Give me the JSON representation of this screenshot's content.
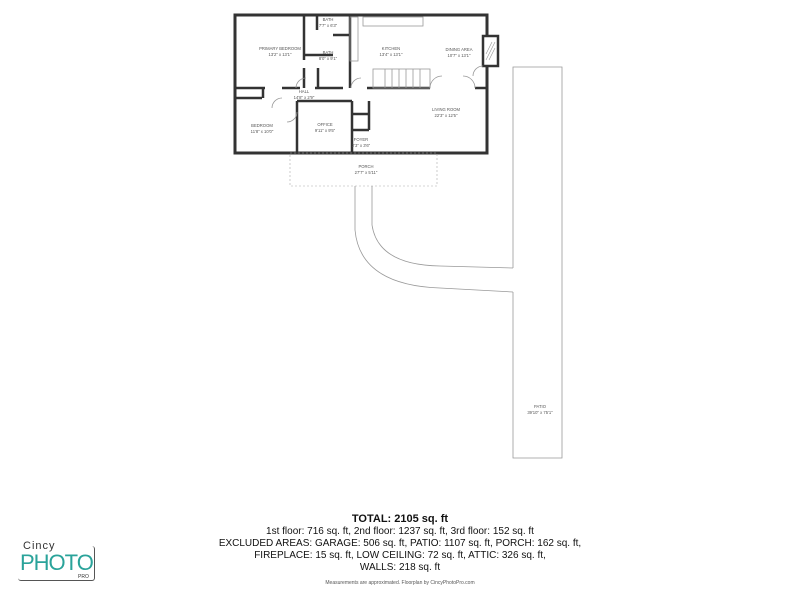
{
  "rooms": {
    "primary_bedroom": {
      "name": "PRIMARY BEDROOM",
      "size": "13'2\" x 13'1\""
    },
    "bath1": {
      "name": "BATH",
      "size": "7'7\" x 6'3\""
    },
    "bath2": {
      "name": "BATH",
      "size": "8'0\" x 9'1\""
    },
    "kitchen": {
      "name": "KITCHEN",
      "size": "13'4\" x 13'1\""
    },
    "dining": {
      "name": "DINING AREA",
      "size": "10'7\" x 13'1\""
    },
    "hall": {
      "name": "HALL",
      "size": "14'8\" x 2'9\""
    },
    "bedroom": {
      "name": "BEDROOM",
      "size": "11'8\" x 10'0\""
    },
    "office": {
      "name": "OFFICE",
      "size": "9'11\" x 9'5\""
    },
    "foyer": {
      "name": "FOYER",
      "size": "2'3\" x 3'6\""
    },
    "living": {
      "name": "LIVING ROOM",
      "size": "22'3\" x 12'5\""
    },
    "porch": {
      "name": "PORCH",
      "size": "27'7\" x 5'11\""
    },
    "patio": {
      "name": "PATIO",
      "size": "39'10\" x 75'1\""
    }
  },
  "summary": {
    "total": "TOTAL: 2105 sq. ft",
    "floors": "1st floor: 716 sq. ft, 2nd floor: 1237 sq. ft, 3rd floor: 152 sq. ft",
    "excluded1": "EXCLUDED AREAS: GARAGE: 506 sq. ft, PATIO: 1107 sq. ft, PORCH: 162 sq. ft,",
    "excluded2": "FIREPLACE: 15 sq. ft, LOW CEILING: 72 sq. ft, ATTIC: 326 sq. ft,",
    "excluded3": "WALLS: 218 sq. ft",
    "note": "Measurements are approximated. Floorplan by CincyPhotoPro.com"
  },
  "logo": {
    "line1": "Cincy",
    "line2": "PHOTO",
    "line3": "PRO",
    "accent": "#2aa39a"
  }
}
